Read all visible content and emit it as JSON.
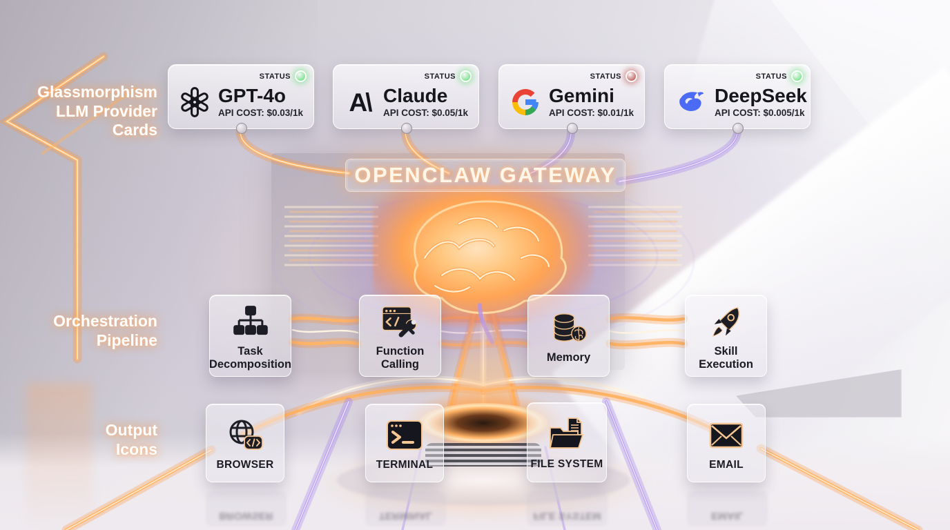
{
  "scene": {
    "title": "OPENCLAW GATEWAY"
  },
  "annotations": {
    "providers": {
      "line1": "Glassmorphism",
      "line2": "LLM Provider Cards"
    },
    "pipeline": {
      "line1": "Orchestration",
      "line2": "Pipeline"
    },
    "outputs": {
      "line1": "Output",
      "line2": "Icons"
    }
  },
  "status_label": "STATUS",
  "providers": [
    {
      "name": "GPT-4o",
      "cost": "API COST: $0.03/1k",
      "status_light": "green",
      "status_color": "#58dc6e",
      "icon": "openai-logo"
    },
    {
      "name": "Claude",
      "cost": "API COST: $0.05/1k",
      "status_light": "green",
      "status_color": "#58dc6e",
      "icon": "anthropic-logo"
    },
    {
      "name": "Gemini",
      "cost": "API COST: $0.01/1k",
      "status_light": "red",
      "status_color": "#b23b33",
      "icon": "google-logo"
    },
    {
      "name": "DeepSeek",
      "cost": "API COST: $0.005/1k",
      "status_light": "green",
      "status_color": "#58dc6e",
      "icon": "deepseek-logo"
    }
  ],
  "pipeline": [
    {
      "line1": "Task",
      "line2": "Decomposition",
      "icon": "tree-hierarchy-icon"
    },
    {
      "line1": "Function",
      "line2": "Calling",
      "icon": "code-window-tools-icon"
    },
    {
      "line1": "Memory",
      "line2": "",
      "icon": "database-brain-icon"
    },
    {
      "line1": "Skill",
      "line2": "Execution",
      "icon": "rocket-icon"
    }
  ],
  "outputs": [
    {
      "label": "BROWSER",
      "icon": "globe-code-icon"
    },
    {
      "label": "TERMINAL",
      "icon": "terminal-icon"
    },
    {
      "label": "FILE SYSTEM",
      "icon": "folder-documents-icon"
    },
    {
      "label": "EMAIL",
      "icon": "envelope-icon"
    }
  ],
  "colors": {
    "neon_orange": "#ffb466",
    "laser_purple": "#b79ef0",
    "status_green": "#58dc6e",
    "status_red": "#b23b33",
    "deepseek_blue": "#4c6bf5",
    "google_blue": "#4285F4",
    "google_red": "#EA4335",
    "google_yellow": "#FBBC05",
    "google_green": "#34A853"
  }
}
